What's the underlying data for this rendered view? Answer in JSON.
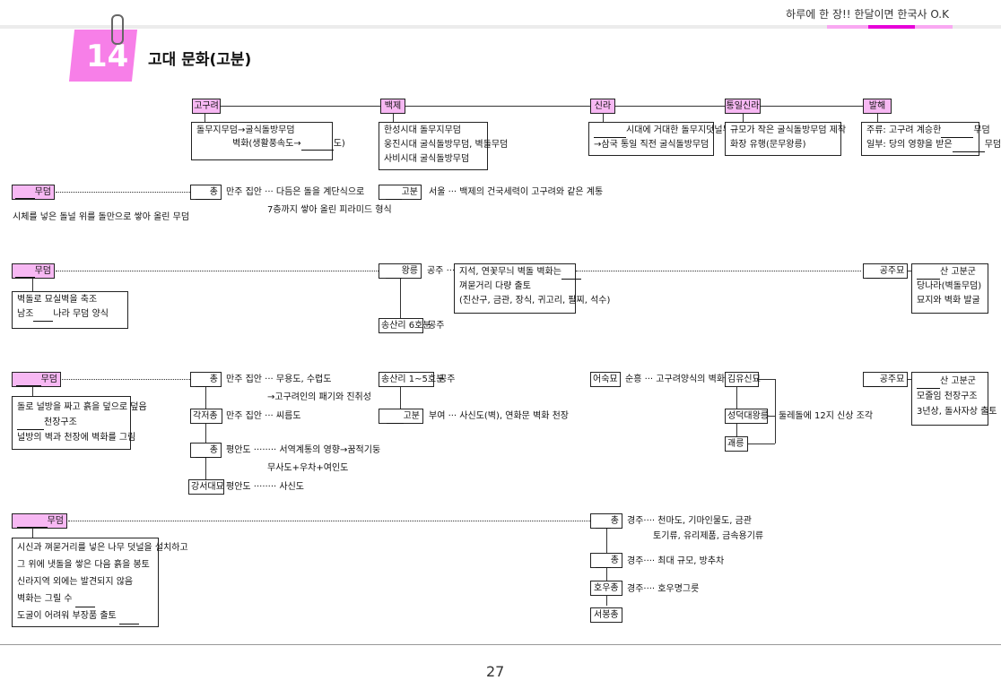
{
  "header": {
    "slogan": "하루에 한 장!! 한달이면 한국사 O.K",
    "number": "14",
    "title": "고대 문화(고분)"
  },
  "columns": [
    {
      "name": "고구려",
      "desc": [
        "돌무지무덤→굴식돌방무덤",
        "벽화(생활풍속도→",
        "도)"
      ]
    },
    {
      "name": "백제",
      "desc": [
        "한성시대 돌무지무덤",
        "웅진시대 굴식돌방무덤, 벽돌무덤",
        "사비시대 굴식돌방무덤"
      ]
    },
    {
      "name": "신라",
      "desc": [
        "",
        "시대에 거대한 돌무지덧널무덤",
        "→삼국 통일 직전 굴식돌방무덤"
      ]
    },
    {
      "name": "통일신라",
      "desc": [
        "규모가 작은 굴식돌방무덤 제작",
        "화장 유행(문무왕릉)"
      ]
    },
    {
      "name": "발해",
      "desc": [
        "주류: 고구려 계승한",
        "무덤",
        "일부: 당의 영향을 받은",
        "무덤"
      ]
    }
  ],
  "rows": {
    "r1": {
      "label": "무덤",
      "desc": "시체를 넣은 돌널 위를 돌만으로 쌓아 올린 무덤",
      "goguryeo_suffix": "총",
      "goguryeo_text": [
        "만주 집안 ··· 다듬은 돌을 계단식으로",
        "7층까지 쌓아 올린 피라미드 형식"
      ],
      "baekje_suffix": "고분",
      "baekje_text": "서울 ··· 백제의 건국세력이 고구려와 같은 계통"
    },
    "r2": {
      "label": "무덤",
      "desc": [
        "벽돌로 묘실벽을 축조",
        "남조",
        "나라 무덤 양식"
      ],
      "baekje_a_suffix": "왕릉",
      "baekje_a_loc": "공주",
      "baekje_a_box": [
        "지석, 연꽃무늬 벽돌 벽화는",
        "껴묻거리 다량 출토",
        "(진산구, 금관, 장식, 귀고리, 팔찌, 석수)"
      ],
      "baekje_b_name": "송산리 6호분",
      "baekje_b_loc": "공주",
      "balhae_suffix": "공주묘",
      "balhae_box": [
        "산 고분군",
        "당나라(벽돌무덤)",
        "묘지와 벽화 발굴"
      ]
    },
    "r3": {
      "label": "무덤",
      "desc": [
        "돌로 널방을 짜고 흙을 덮으로 덮음",
        "천장구조",
        "널방의 벽과 천장에 벽화를 그림"
      ],
      "gog1_suffix": "총",
      "gog1_text": [
        "만주 집안 ··· 무용도, 수렵도",
        "→고구려인의 패기와 진취성"
      ],
      "gog2_name": "각저총",
      "gog2_text": "만주 집안 ··· 씨름도",
      "gog3_suffix": "총",
      "gog3_text": [
        "평안도 ········ 서역계통의 영향→꿈적기둥",
        "무사도+우차+여인도"
      ],
      "gog4_name": "강서대묘",
      "gog4_text": "평안도 ········ 사신도",
      "bj1_name": "송산리 1~5호분",
      "bj1_loc": "공주",
      "bj2_suffix": "고분",
      "bj2_text": "부여 ··· 사신도(벽), 연화문 벽화 천장",
      "sl_name": "어숙묘",
      "sl_text": "순흥 ··· 고구려양식의 벽화",
      "ts1": "김유신묘",
      "ts2": "성덕대왕릉",
      "ts3": "괘릉",
      "ts_text": "둘레돌에 12지 신상 조각",
      "balhae_suffix": "공주묘",
      "balhae_box": [
        "산 고분군",
        "모줄임 천장구조",
        "3년상, 돌사자상 출토"
      ]
    },
    "r4": {
      "label": "무덤",
      "desc": [
        "시신과 껴묻거리를 넣은 나무 덧널을 설치하고",
        "그 위에 냇돌을 쌓은 다음 흙을 봉토",
        "신라지역 외에는 발견되지 않음",
        "벽화는 그릴 수",
        "도굴이 어려워 부장품 출토"
      ],
      "sl1_suffix": "총",
      "sl1_text": [
        "경주···· 천마도, 기마인물도, 금관",
        "토기류, 유리제품, 금속용기류"
      ],
      "sl2_suffix": "총",
      "sl2_text": "경주···· 최대 규모, 방추차",
      "sl3_name": "호우총",
      "sl3_text": "경주···· 호우명그릇",
      "sl4_name": "서봉총"
    }
  },
  "footer": {
    "page": "27"
  }
}
